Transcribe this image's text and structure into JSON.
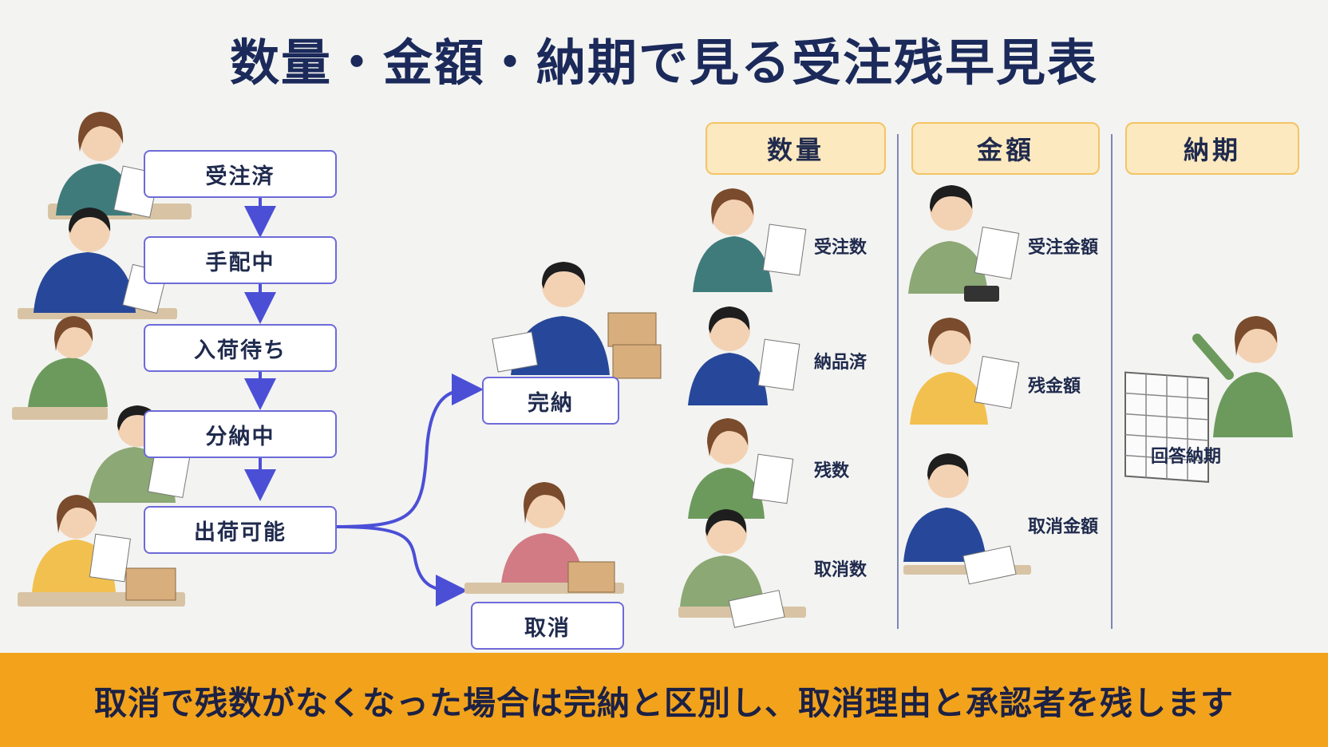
{
  "title": "数量・金額・納期で見る受注残早見表",
  "flow": {
    "steps": [
      "受注済",
      "手配中",
      "入荷待ち",
      "分納中",
      "出荷可能"
    ],
    "outcomes": [
      "完納",
      "取消"
    ]
  },
  "columns": {
    "quantity": {
      "header": "数量",
      "items": [
        "受注数",
        "納品済",
        "残数",
        "取消数"
      ]
    },
    "amount": {
      "header": "金額",
      "items": [
        "受注金額",
        "残金額",
        "取消金額"
      ]
    },
    "deadline": {
      "header": "納期",
      "items": [
        "回答納期"
      ]
    }
  },
  "banner": "取消で残数がなくなった場合は完納と区別し、取消理由と承認者を残します",
  "colors": {
    "flow_border": "#6d6ad8",
    "arrow": "#4b4fd6",
    "header_fill": "#fde9bf",
    "banner": "#f2a31b"
  }
}
